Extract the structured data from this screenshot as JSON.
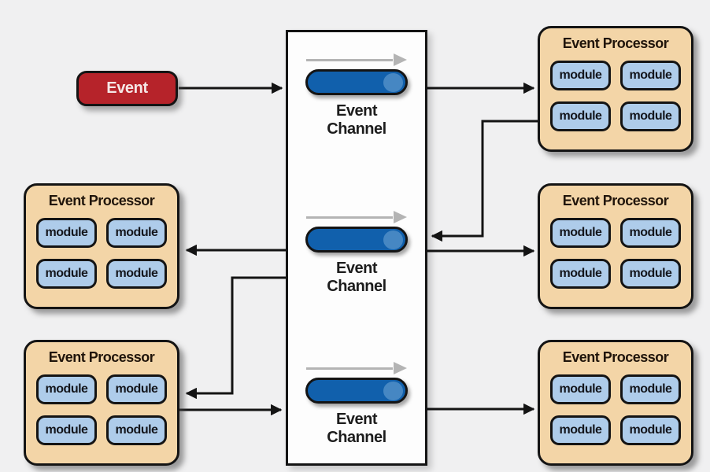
{
  "colors": {
    "background": "#f0f0f1",
    "event_red": "#b6232a",
    "channel_blue": "#1160ac",
    "channel_blue_cap": "#4687c3",
    "processor_tan": "#f3d5a7",
    "module_blue": "#aeccea",
    "connector_black": "#141414",
    "flow_arrow_gray": "#b4b4b4"
  },
  "event_node": {
    "label": "Event"
  },
  "channel_box": {
    "rows": [
      {
        "label": "Event Channel"
      },
      {
        "label": "Event Channel"
      },
      {
        "label": "Event Channel"
      }
    ]
  },
  "processors": [
    {
      "position": "top-right",
      "title": "Event Processor",
      "modules": [
        "module",
        "module",
        "module",
        "module"
      ]
    },
    {
      "position": "middle-right",
      "title": "Event Processor",
      "modules": [
        "module",
        "module",
        "module",
        "module"
      ]
    },
    {
      "position": "bottom-right",
      "title": "Event Processor",
      "modules": [
        "module",
        "module",
        "module",
        "module"
      ]
    },
    {
      "position": "middle-left",
      "title": "Event Processor",
      "modules": [
        "module",
        "module",
        "module",
        "module"
      ]
    },
    {
      "position": "bottom-left",
      "title": "Event Processor",
      "modules": [
        "module",
        "module",
        "module",
        "module"
      ]
    }
  ],
  "connections": [
    {
      "from": "event",
      "to": "event-channel-top"
    },
    {
      "from": "event-channel-top",
      "to": "processor-top-right"
    },
    {
      "from": "processor-top-right",
      "to": "event-channel-middle"
    },
    {
      "from": "event-channel-middle",
      "to": "processor-middle-right"
    },
    {
      "from": "event-channel-middle",
      "to": "processor-middle-left"
    },
    {
      "from": "event-channel-middle",
      "to": "processor-bottom-left"
    },
    {
      "from": "processor-bottom-left",
      "to": "event-channel-bottom"
    },
    {
      "from": "event-channel-bottom",
      "to": "processor-bottom-right"
    }
  ],
  "icons": {
    "flow_arrow": "→"
  }
}
